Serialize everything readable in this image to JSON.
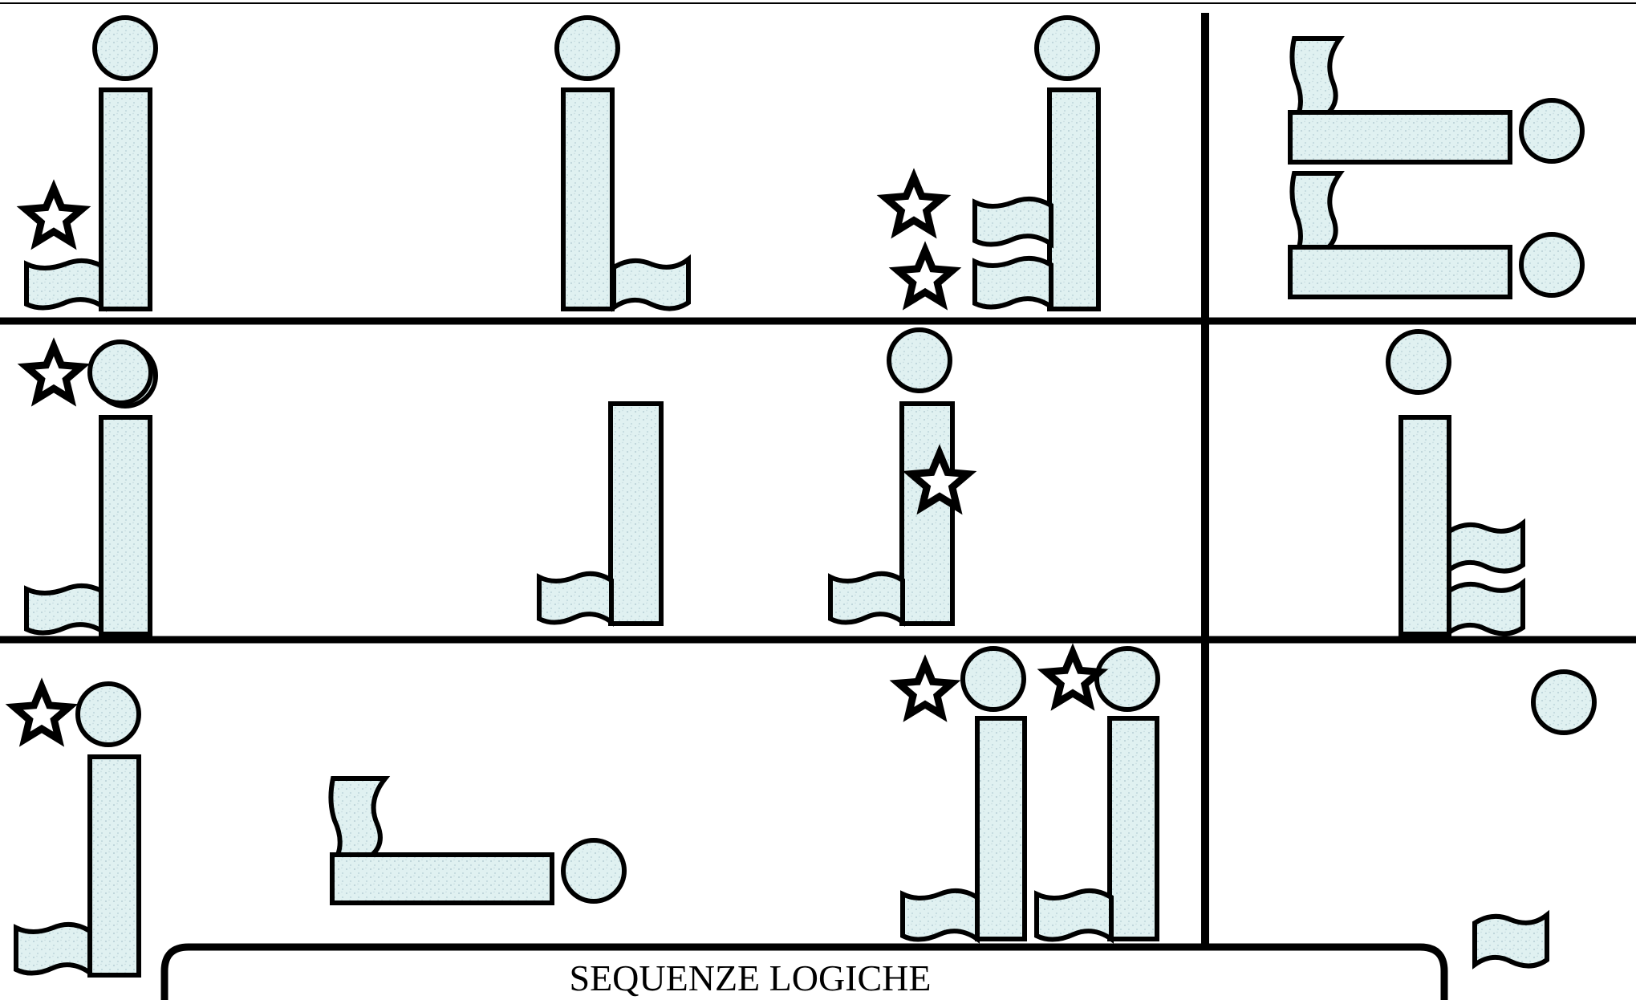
{
  "title": "SEQUENZE LOGICHE",
  "colors": {
    "fill": "#e0f1f1",
    "stroke": "#000000",
    "background": "#ffffff"
  },
  "icons": [
    "head-circle",
    "body-bar",
    "flag-base",
    "star-icon"
  ]
}
